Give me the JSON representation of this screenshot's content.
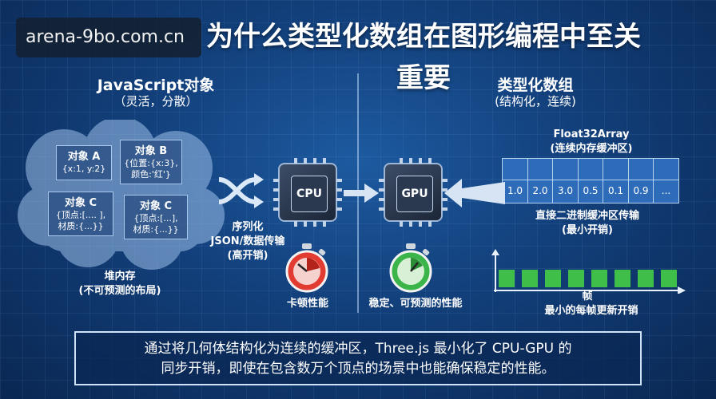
{
  "watermark": "arena-9bo.com.cn",
  "title": "为什么类型化数组在图形编程中至关重要",
  "left": {
    "heading": "JavaScript对象",
    "subheading": "（灵活，分散）",
    "objects": [
      {
        "name": "对象 A",
        "lines": [
          "{x:1, y:2}"
        ]
      },
      {
        "name": "对象 B",
        "lines": [
          "{位置:{x:3},",
          "颜色:'红'}"
        ]
      },
      {
        "name": "对象 C",
        "lines": [
          "{顶点:[.... ],",
          "材质:{...}}"
        ]
      },
      {
        "name": "对象 C",
        "lines": [
          "{顶点:[...],",
          "材质:{...}}"
        ]
      }
    ],
    "heap_label": "堆内存",
    "heap_sub": "(不可预测的布局)",
    "transfer_label": "序列化",
    "transfer_sub": "JSON/数据传输",
    "transfer_cost": "(高开销)",
    "cpu_label": "CPU",
    "stopwatch_label": "卡顿性能"
  },
  "right": {
    "heading": "类型化数组",
    "subheading": "(结构化，连续)",
    "array_name": "Float32Array",
    "array_sub": "(连续内存缓冲区)",
    "array_values": [
      "1.0",
      "2.0",
      "3.0",
      "0.5",
      "0.1",
      "0.9",
      "..."
    ],
    "transfer_label": "直接二进制缓冲区传输",
    "transfer_sub": "(最小开销)",
    "gpu_label": "GPU",
    "stopwatch_label": "稳定、可预测的性能",
    "frames_label": "帧",
    "frames_sub": "最小的每帧更新开销",
    "frame_count": 8
  },
  "summary": {
    "line1": "通过将几何体结构化为连续的缓冲区，Three.js 最小化了 CPU-GPU 的",
    "line2": "同步开销，即使在包含数万个顶点的场景中也能确保稳定的性能。"
  },
  "colors": {
    "bad_stopwatch": "#e23b32",
    "good_stopwatch": "#3bb54a",
    "frame_bar": "#3fbf4a",
    "array_cell": "#2e6bb8"
  }
}
